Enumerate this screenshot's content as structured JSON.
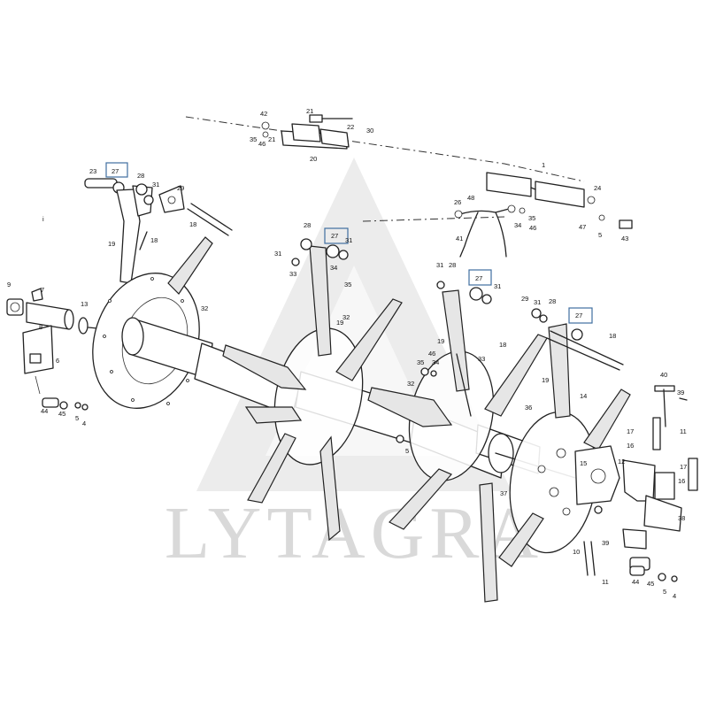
{
  "watermark": {
    "text": "LYTAGRA",
    "color": "#d9d9d9"
  },
  "highlight_color": "#3f6fa0",
  "margin_mark": "i",
  "part_labels": {
    "p1": "1",
    "p4a": "4",
    "p4b": "4",
    "p5a": "5",
    "p5b": "5",
    "p5c": "5",
    "p5d": "5",
    "p6": "6",
    "p7": "7",
    "p8": "8",
    "p9": "9",
    "p10": "10",
    "p11a": "11",
    "p11b": "11",
    "p12": "12",
    "p13": "13",
    "p14": "14",
    "p15": "15",
    "p16a": "16",
    "p16b": "16",
    "p17a": "17",
    "p17b": "17",
    "p18a": "18",
    "p18b": "18",
    "p18c": "18",
    "p18d": "18",
    "p19a": "19",
    "p19b": "19",
    "p19c": "19",
    "p19d": "19",
    "p20": "20",
    "p21a": "21",
    "p21b": "21",
    "p22": "22",
    "p23": "23",
    "p24": "24",
    "p26": "26",
    "p27a": "27",
    "p27b": "27",
    "p27c": "27",
    "p27d": "27",
    "p28a": "28",
    "p28b": "28",
    "p28c": "28",
    "p28d": "28",
    "p29a": "29",
    "p29b": "29",
    "p30": "30",
    "p31a": "31",
    "p31b": "31",
    "p31c": "31",
    "p31d": "31",
    "p31e": "31",
    "p31f": "31",
    "p32a": "32",
    "p32b": "32",
    "p32c": "32",
    "p33a": "33",
    "p33b": "33",
    "p34a": "34",
    "p34b": "34",
    "p34c": "34",
    "p35a": "35",
    "p35b": "35",
    "p35c": "35",
    "p35d": "35",
    "p36": "36",
    "p37": "37",
    "p38": "38",
    "p39a": "39",
    "p39b": "39",
    "p40": "40",
    "p41": "41",
    "p42": "42",
    "p43": "43",
    "p44a": "44",
    "p44b": "44",
    "p45a": "45",
    "p45b": "45",
    "p46a": "46",
    "p46b": "46",
    "p46c": "46",
    "p47": "47",
    "p48": "48"
  }
}
